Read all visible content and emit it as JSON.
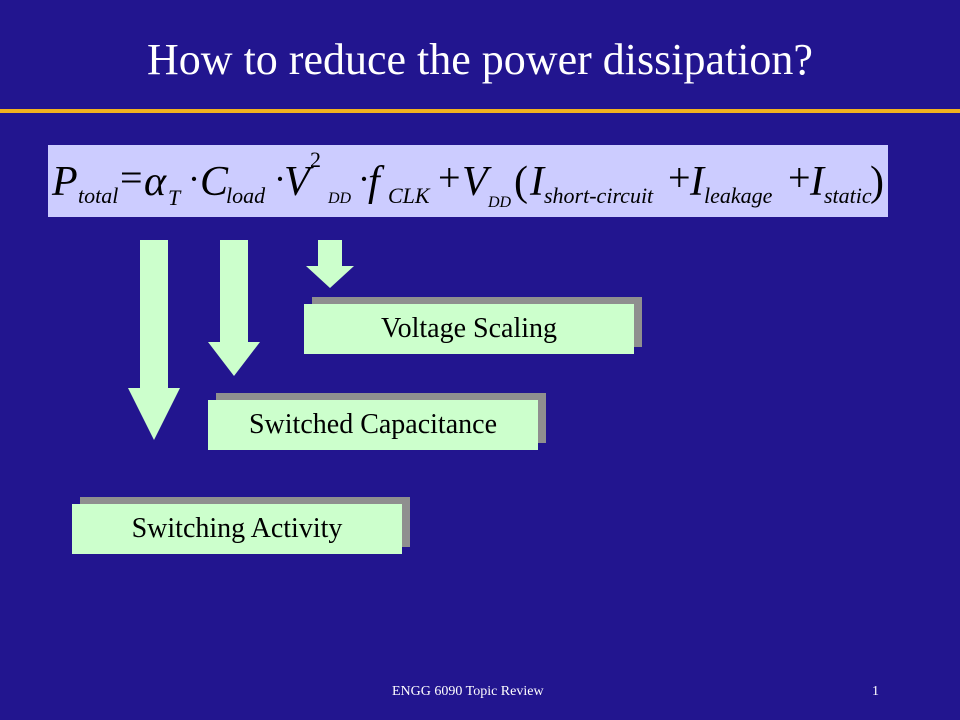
{
  "slide": {
    "title": "How to reduce the power dissipation?",
    "footer_text": "ENGG 6090 Topic Review",
    "page_number": "1"
  },
  "formula": {
    "lhs": "P",
    "lhs_sub": "total",
    "equals": "=",
    "alpha": "α",
    "alpha_sub": "T",
    "dot": "·",
    "c": "C",
    "c_sub": "load",
    "v": "V",
    "v_sup": "2",
    "v_sub": "DD",
    "f": "f",
    "f_sub": "CLK",
    "plus": "+",
    "vdd": "V",
    "vdd_sub": "DD",
    "paren_open": "(",
    "i1": "I",
    "i1_sub": "short-circuit",
    "i2": "I",
    "i2_sub": "leakage",
    "i3": "I",
    "i3_sub": "static",
    "paren_close": ")"
  },
  "boxes": {
    "voltage_scaling": "Voltage Scaling",
    "switched_capacitance": "Switched Capacitance",
    "switching_activity": "Switching Activity"
  },
  "colors": {
    "background": "#22158f",
    "title_rule": "#f2b21e",
    "formula_bg": "#ccccff",
    "box_fill": "#ccffcc",
    "box_shadow": "#8f8f8f",
    "arrow_fill": "#ccffcc"
  }
}
